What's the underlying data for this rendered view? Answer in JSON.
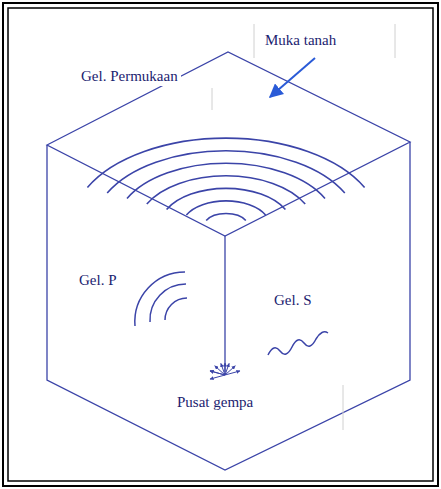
{
  "diagram": {
    "labels": [
      "Muka tanah",
      "Gel. Permukaan",
      "Gel. P",
      "Gel. S",
      "Pusat gempa"
    ]
  }
}
